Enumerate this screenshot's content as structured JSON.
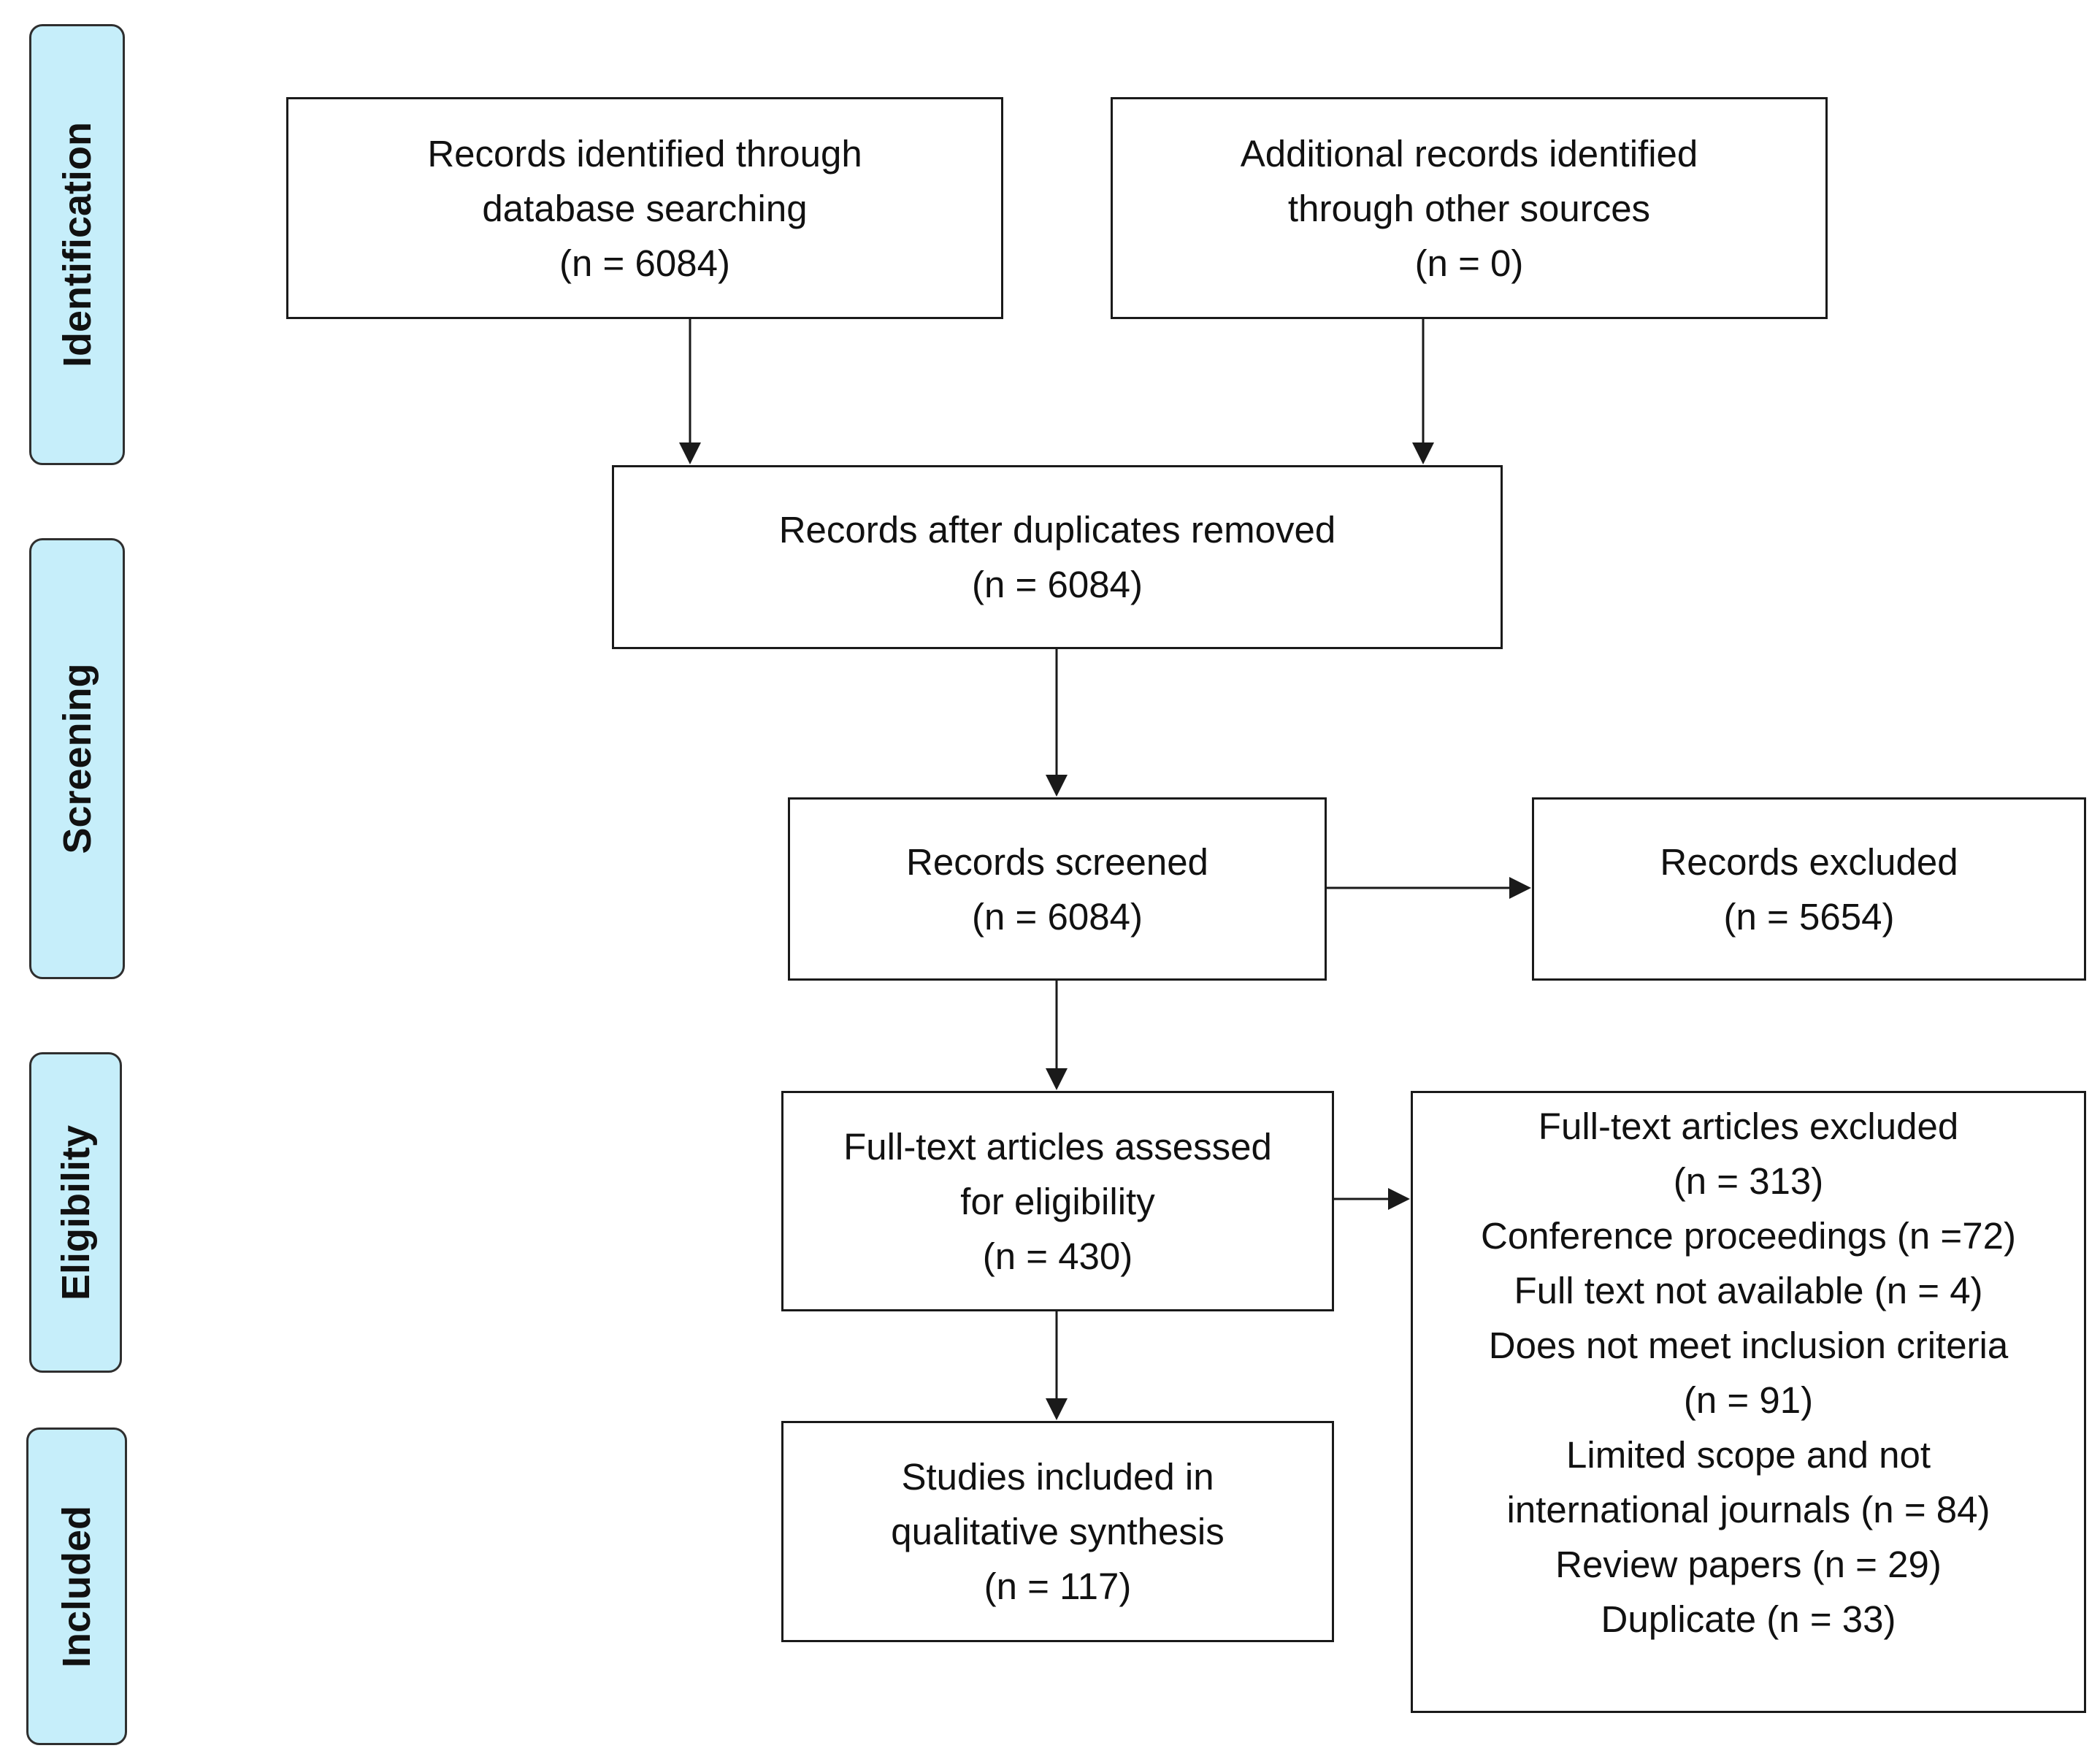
{
  "stages": {
    "identification": "Identification",
    "screening": "Screening",
    "eligibility": "Eligibility",
    "included": "Included"
  },
  "boxes": {
    "database_search": {
      "lines": [
        "Records identified through",
        "database searching",
        "(n = 6084)"
      ]
    },
    "other_sources": {
      "lines": [
        "Additional records identified",
        "through other sources",
        "(n = 0)"
      ]
    },
    "duplicates_removed": {
      "lines": [
        "Records after duplicates removed",
        "(n = 6084)"
      ]
    },
    "records_screened": {
      "lines": [
        "Records screened",
        "(n = 6084)"
      ]
    },
    "records_excluded": {
      "lines": [
        "Records excluded",
        "(n = 5654)"
      ]
    },
    "fulltext_assessed": {
      "lines": [
        "Full-text articles assessed",
        "for eligibility",
        "(n = 430)"
      ]
    },
    "fulltext_excluded": {
      "lines": [
        "Full-text articles excluded",
        "(n = 313)",
        "Conference proceedings (n =72)",
        "Full text not available (n = 4)",
        "Does not meet inclusion criteria",
        "(n = 91)",
        "Limited scope and not",
        "international journals (n = 84)",
        "Review papers (n = 29)",
        "Duplicate (n = 33)"
      ]
    },
    "studies_included": {
      "lines": [
        "Studies included in",
        "qualitative synthesis",
        "(n = 117)"
      ]
    }
  }
}
